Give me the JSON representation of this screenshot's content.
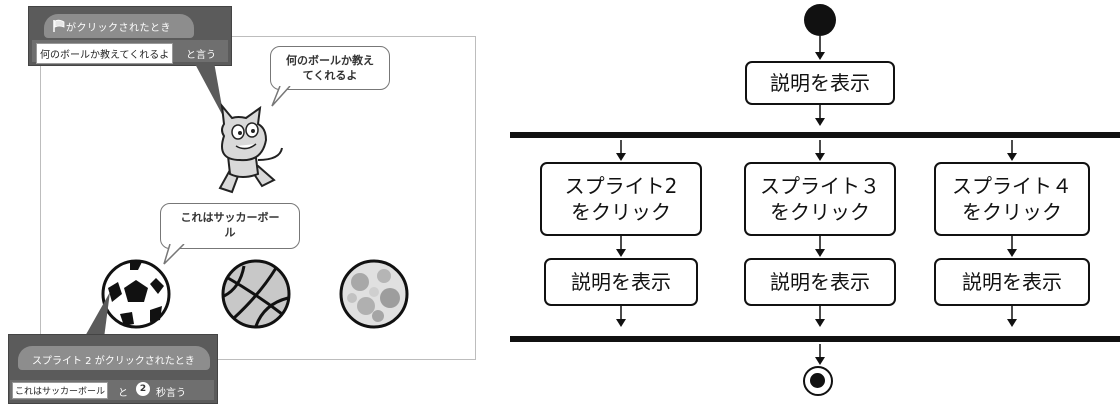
{
  "left": {
    "hat_block_1": {
      "event": "がクリックされたとき",
      "say_text": "何のボールか教えてくれるよ",
      "say_suffix": "と言う"
    },
    "cat_bubble": {
      "line1": "何のボールか教え",
      "line2": "てくれるよ"
    },
    "ball_bubble": {
      "line1": "これはサッカーボー",
      "line2": "ル"
    },
    "hat_block_2": {
      "event": "スプライト 2 がクリックされたとき",
      "say_text": "これはサッカーボール",
      "say_mid": "と",
      "secs": "2",
      "say_suffix": "秒言う"
    }
  },
  "diagram": {
    "top_box": "説明を表示",
    "branches": [
      {
        "click_line1": "スプライト2",
        "click_line2": "をクリック",
        "show": "説明を表示"
      },
      {
        "click_line1": "スプライト３",
        "click_line2": "をクリック",
        "show": "説明を表示"
      },
      {
        "click_line1": "スプライト４",
        "click_line2": "をクリック",
        "show": "説明を表示"
      }
    ]
  }
}
